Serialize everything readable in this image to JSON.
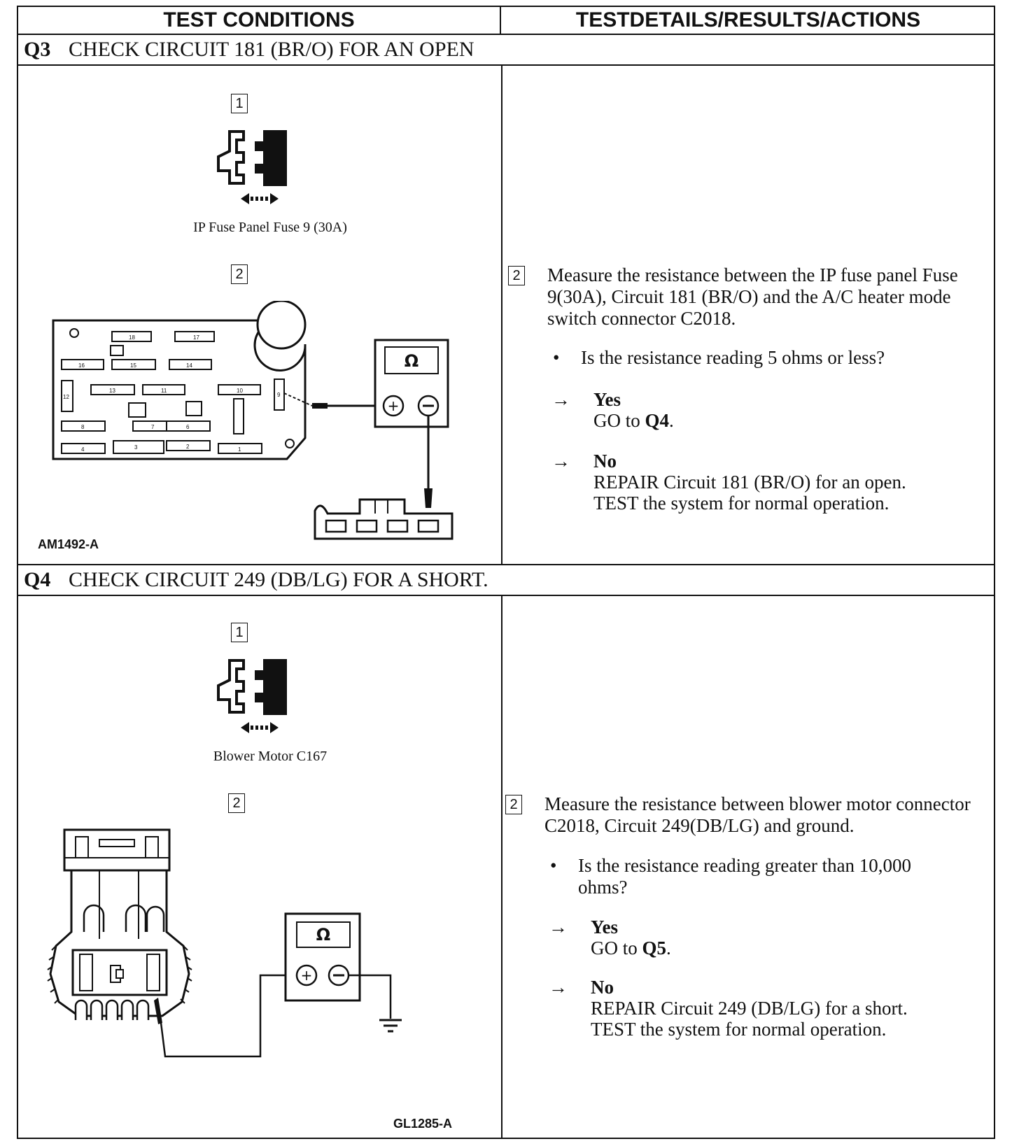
{
  "header": {
    "left": "TEST CONDITIONS",
    "right": "TESTDETAILS/RESULTS/ACTIONS"
  },
  "q3": {
    "id": "Q3",
    "title": "CHECK CIRCUIT 181 (BR/O) FOR AN OPEN",
    "step1_num": "1",
    "step1_caption": "IP Fuse Panel Fuse 9 (30A)",
    "step2_num": "2",
    "ohm_symbol": "Ω",
    "figure_id": "AM1492-A",
    "fuse_labels": [
      "18",
      "17",
      "16",
      "15",
      "14",
      "12",
      "13",
      "11",
      "10",
      "8",
      "9",
      "7",
      "6",
      "4",
      "3",
      "2",
      "1"
    ],
    "detail_step_num": "2",
    "detail_text": "Measure the resistance between the IP fuse panel Fuse 9(30A), Circuit 181 (BR/O) and the A/C heater mode switch connector C2018.",
    "question": "Is the resistance reading 5 ohms or less?",
    "yes_label": "Yes",
    "yes_action_prefix": "GO to ",
    "yes_action_target": "Q4",
    "yes_action_suffix": ".",
    "no_label": "No",
    "no_action_1": "REPAIR Circuit 181 (BR/O) for an open.",
    "no_action_2": "TEST the system for normal operation."
  },
  "q4": {
    "id": "Q4",
    "title": "CHECK CIRCUIT 249 (DB/LG) FOR A SHORT.",
    "step1_num": "1",
    "step1_caption": "Blower Motor C167",
    "step2_num": "2",
    "ohm_symbol": "Ω",
    "figure_id": "GL1285-A",
    "detail_step_num": "2",
    "detail_text": "Measure the resistance between blower motor connector C2018, Circuit 249(DB/LG) and ground.",
    "question": "Is the resistance reading greater than 10,000 ohms?",
    "yes_label": "Yes",
    "yes_action_prefix": "GO to ",
    "yes_action_target": "Q5",
    "yes_action_suffix": ".",
    "no_label": "No",
    "no_action_1": "REPAIR Circuit 249 (DB/LG) for a short.",
    "no_action_2": "TEST the system for normal operation."
  },
  "symbols": {
    "bullet": "•",
    "arrow": "→"
  }
}
